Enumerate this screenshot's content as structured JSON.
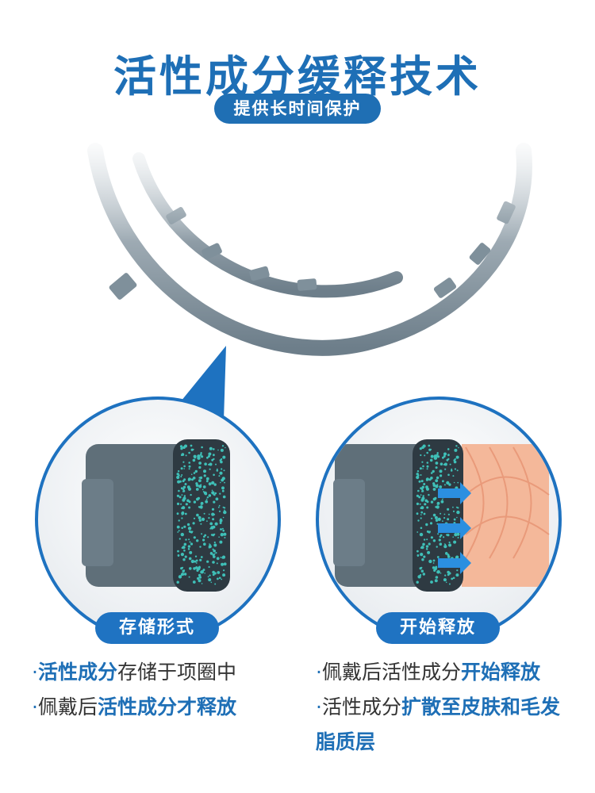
{
  "header": {
    "title": "活性成分缓释技术",
    "subtitle": "提供长时间保护"
  },
  "panels": {
    "left": {
      "label": "存储形式"
    },
    "right": {
      "label": "开始释放"
    }
  },
  "bullets": {
    "left": [
      {
        "parts": [
          {
            "text": "·",
            "hl": false,
            "dot": true
          },
          {
            "text": "活性成分",
            "hl": true
          },
          {
            "text": "存储于项圈中",
            "hl": false
          }
        ]
      },
      {
        "parts": [
          {
            "text": "·",
            "hl": false,
            "dot": true
          },
          {
            "text": "佩戴后",
            "hl": false
          },
          {
            "text": "活性成分才释放",
            "hl": true
          }
        ]
      }
    ],
    "right": [
      {
        "parts": [
          {
            "text": "·",
            "hl": false,
            "dot": true
          },
          {
            "text": "佩戴后活性成分",
            "hl": false
          },
          {
            "text": "开始释放",
            "hl": true
          }
        ]
      },
      {
        "parts": [
          {
            "text": "·",
            "hl": false,
            "dot": true
          },
          {
            "text": "活性成分",
            "hl": false
          },
          {
            "text": "扩散至皮肤和毛发脂质层",
            "hl": true
          }
        ]
      }
    ]
  },
  "colors": {
    "brand_blue": "#1e6fb6",
    "collar_gray": "#6f808c",
    "granule_teal": "#3fc0b8",
    "skin_peach": "#f4b89a"
  }
}
